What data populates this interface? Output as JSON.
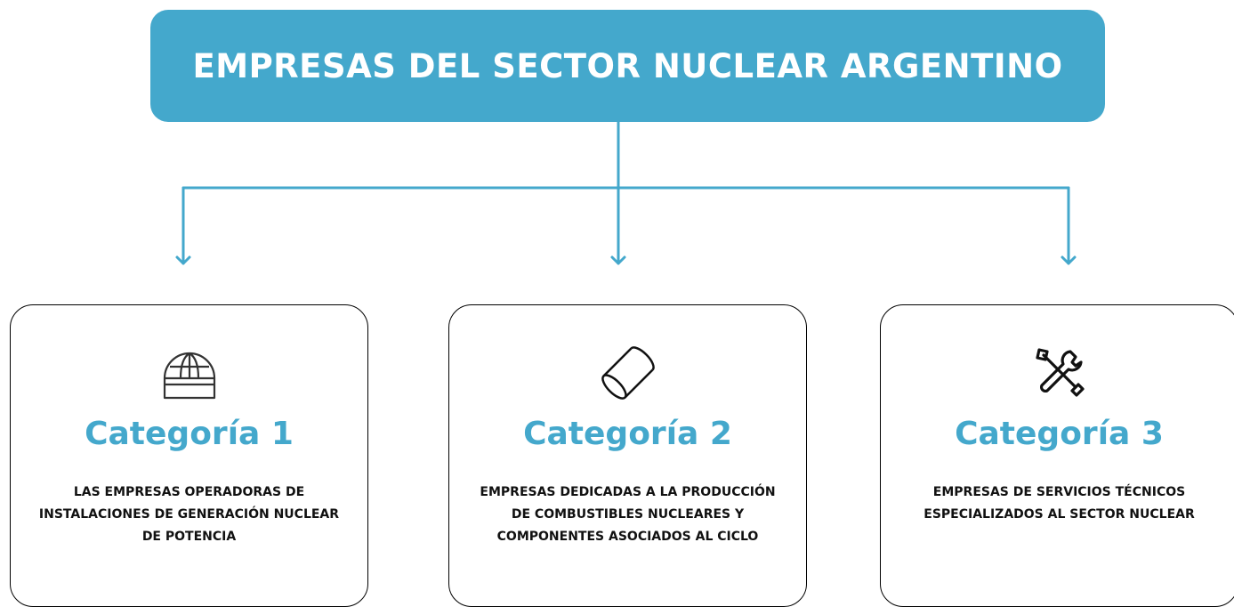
{
  "header": {
    "title": "EMPRESAS DEL SECTOR NUCLEAR ARGENTINO"
  },
  "colors": {
    "accent": "#44a8cc",
    "card_border": "#000000",
    "text_dark": "#111111"
  },
  "categories": [
    {
      "title": "Categoría 1",
      "icon": "dome-grid-icon",
      "description": "LAS EMPRESAS OPERADORAS DE INSTALACIONES DE GENERACIÓN NUCLEAR DE POTENCIA"
    },
    {
      "title": "Categoría 2",
      "icon": "cylinder-icon",
      "description": "EMPRESAS DEDICADAS A LA PRODUCCIÓN DE COMBUSTIBLES NUCLEARES Y COMPONENTES ASOCIADOS AL CICLO"
    },
    {
      "title": "Categoría 3",
      "icon": "tools-icon",
      "description": "EMPRESAS DE SERVICIOS TÉCNICOS ESPECIALIZADOS AL SECTOR NUCLEAR"
    }
  ]
}
